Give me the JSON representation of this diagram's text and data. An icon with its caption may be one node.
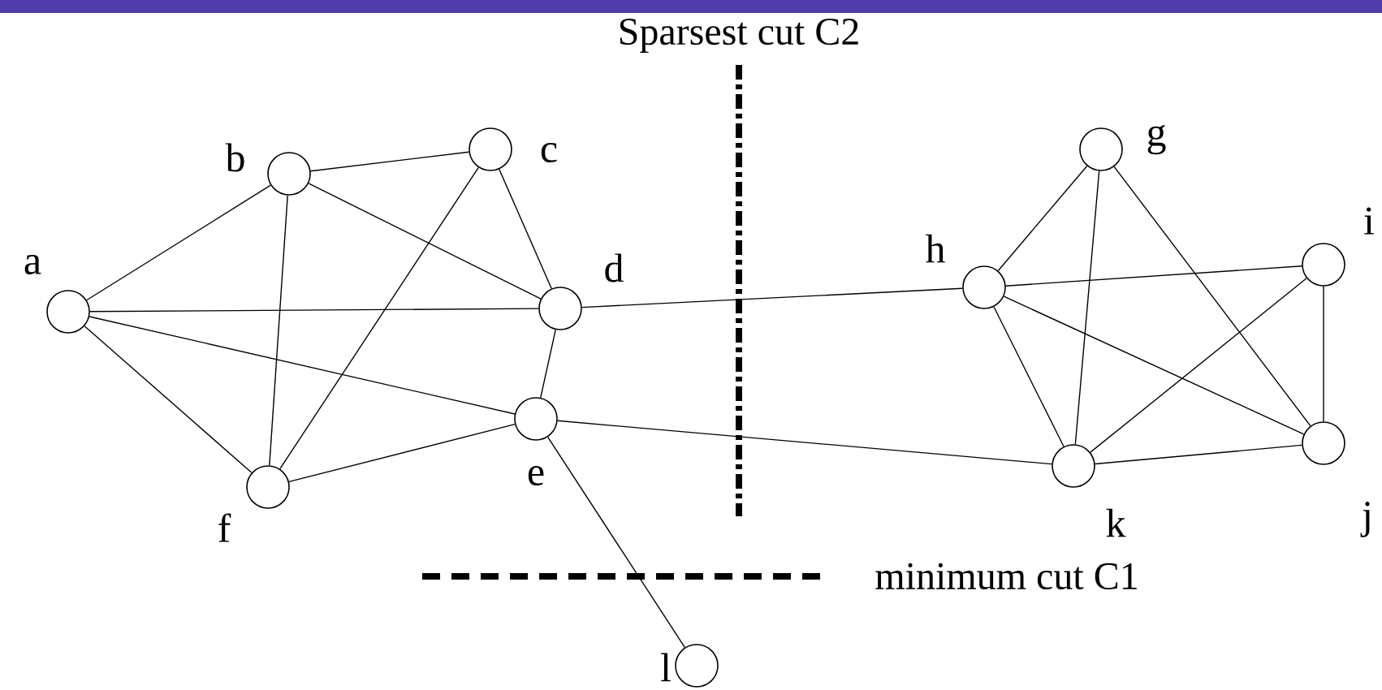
{
  "diagram": {
    "nodes": [
      {
        "text": [],
        "shape": "circle",
        "beside": [
          "a"
        ]
      },
      {
        "text": [],
        "shape": "circle",
        "beside": [
          "b"
        ]
      },
      {
        "text": [],
        "shape": "circle",
        "beside": [
          "c"
        ]
      },
      {
        "text": [],
        "shape": "circle",
        "beside": [
          "d"
        ]
      },
      {
        "text": [],
        "shape": "circle",
        "beside": [
          "e"
        ]
      },
      {
        "text": [],
        "shape": "circle",
        "beside": [
          "f"
        ]
      },
      {
        "text": [],
        "shape": "circle",
        "beside": [
          "g"
        ]
      },
      {
        "text": [],
        "shape": "circle",
        "beside": [
          "h"
        ]
      },
      {
        "text": [],
        "shape": "circle",
        "beside": [
          "i"
        ]
      },
      {
        "text": [],
        "shape": "circle",
        "beside": [
          "j"
        ]
      },
      {
        "text": [],
        "shape": "circle",
        "beside": [
          "k"
        ]
      },
      {
        "text": [],
        "shape": "circle",
        "beside": [
          "l"
        ]
      }
    ],
    "edges": [
      {
        "from": 0,
        "to": 1,
        "arrow": "none"
      },
      {
        "from": 0,
        "to": 3,
        "arrow": "none"
      },
      {
        "from": 0,
        "to": 4,
        "arrow": "none"
      },
      {
        "from": 0,
        "to": 5,
        "arrow": "none"
      },
      {
        "from": 1,
        "to": 2,
        "arrow": "none"
      },
      {
        "from": 1,
        "to": 3,
        "arrow": "none"
      },
      {
        "from": 1,
        "to": 5,
        "arrow": "none"
      },
      {
        "from": 2,
        "to": 3,
        "arrow": "none"
      },
      {
        "from": 2,
        "to": 5,
        "arrow": "none"
      },
      {
        "from": 3,
        "to": 4,
        "arrow": "none"
      },
      {
        "from": 4,
        "to": 5,
        "arrow": "none"
      },
      {
        "from": 3,
        "to": 7,
        "arrow": "none"
      },
      {
        "from": 4,
        "to": 10,
        "arrow": "none"
      },
      {
        "from": 4,
        "to": 11,
        "arrow": "none"
      },
      {
        "from": 6,
        "to": 7,
        "arrow": "none"
      },
      {
        "from": 6,
        "to": 10,
        "arrow": "none"
      },
      {
        "from": 6,
        "to": 9,
        "arrow": "none"
      },
      {
        "from": 7,
        "to": 8,
        "arrow": "none"
      },
      {
        "from": 7,
        "to": 9,
        "arrow": "none"
      },
      {
        "from": 7,
        "to": 10,
        "arrow": "none"
      },
      {
        "from": 8,
        "to": 10,
        "arrow": "none"
      },
      {
        "from": 8,
        "to": 9,
        "arrow": "none"
      },
      {
        "from": 10,
        "to": 9,
        "arrow": "none"
      }
    ],
    "labels": [
      "Sparsest cut C2",
      "minimum cut C1"
    ]
  }
}
